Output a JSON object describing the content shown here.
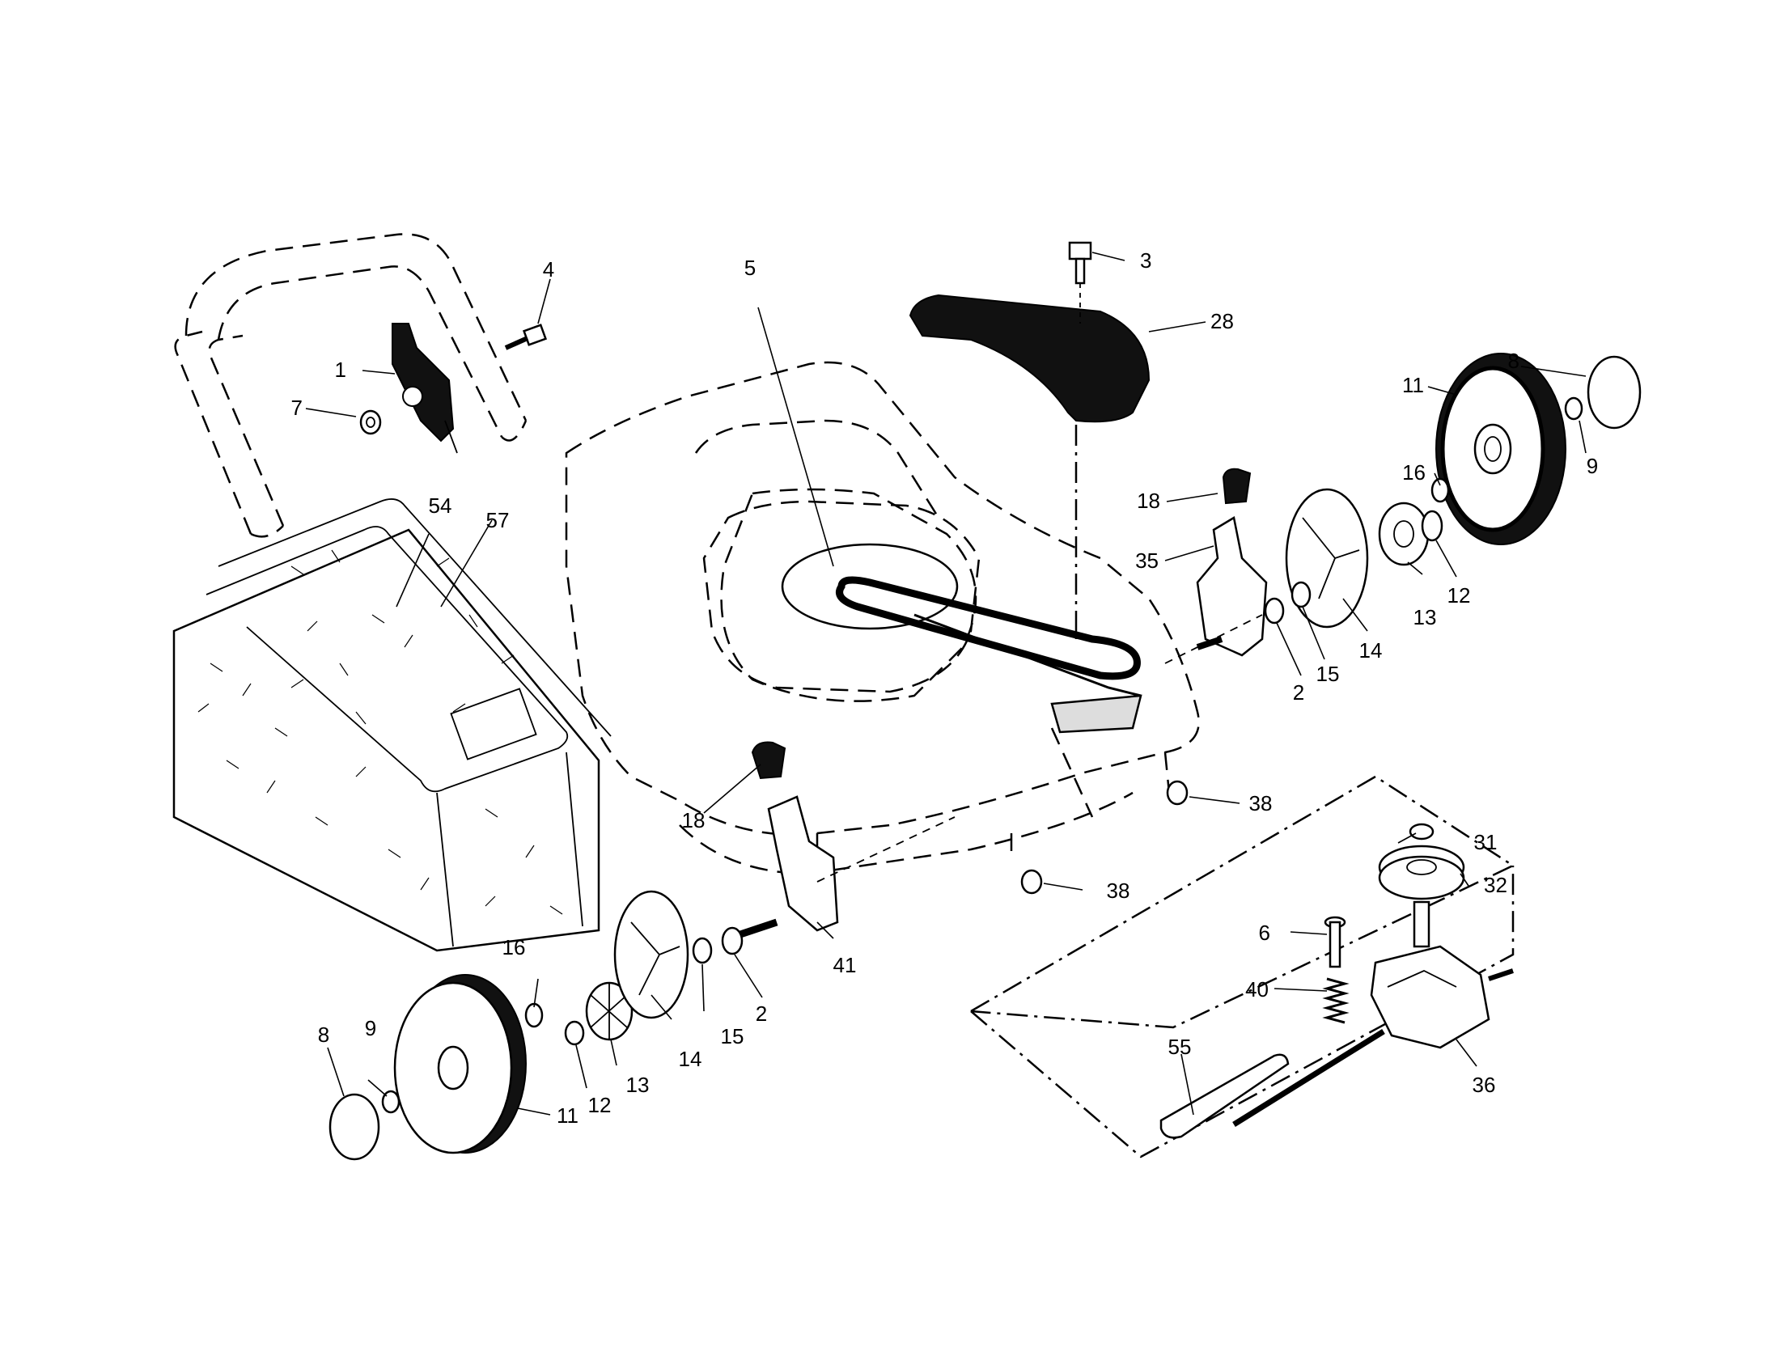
{
  "callouts": [
    {
      "id": "1",
      "label": "1"
    },
    {
      "id": "2a",
      "label": "2"
    },
    {
      "id": "2b",
      "label": "2"
    },
    {
      "id": "3",
      "label": "3"
    },
    {
      "id": "4",
      "label": "4"
    },
    {
      "id": "5",
      "label": "5"
    },
    {
      "id": "6",
      "label": "6"
    },
    {
      "id": "7",
      "label": "7"
    },
    {
      "id": "8a",
      "label": "8"
    },
    {
      "id": "8b",
      "label": "8"
    },
    {
      "id": "9a",
      "label": "9"
    },
    {
      "id": "9b",
      "label": "9"
    },
    {
      "id": "11a",
      "label": "11"
    },
    {
      "id": "11b",
      "label": "11"
    },
    {
      "id": "12a",
      "label": "12"
    },
    {
      "id": "12b",
      "label": "12"
    },
    {
      "id": "13a",
      "label": "13"
    },
    {
      "id": "13b",
      "label": "13"
    },
    {
      "id": "14a",
      "label": "14"
    },
    {
      "id": "14b",
      "label": "14"
    },
    {
      "id": "15a",
      "label": "15"
    },
    {
      "id": "15b",
      "label": "15"
    },
    {
      "id": "16a",
      "label": "16"
    },
    {
      "id": "16b",
      "label": "16"
    },
    {
      "id": "18a",
      "label": "18"
    },
    {
      "id": "18b",
      "label": "18"
    },
    {
      "id": "28",
      "label": "28"
    },
    {
      "id": "31",
      "label": "31"
    },
    {
      "id": "32",
      "label": "32"
    },
    {
      "id": "35",
      "label": "35"
    },
    {
      "id": "36",
      "label": "36"
    },
    {
      "id": "38a",
      "label": "38"
    },
    {
      "id": "38b",
      "label": "38"
    },
    {
      "id": "40",
      "label": "40"
    },
    {
      "id": "41",
      "label": "41"
    },
    {
      "id": "54",
      "label": "54"
    },
    {
      "id": "55",
      "label": "55"
    },
    {
      "id": "57",
      "label": "57"
    }
  ]
}
